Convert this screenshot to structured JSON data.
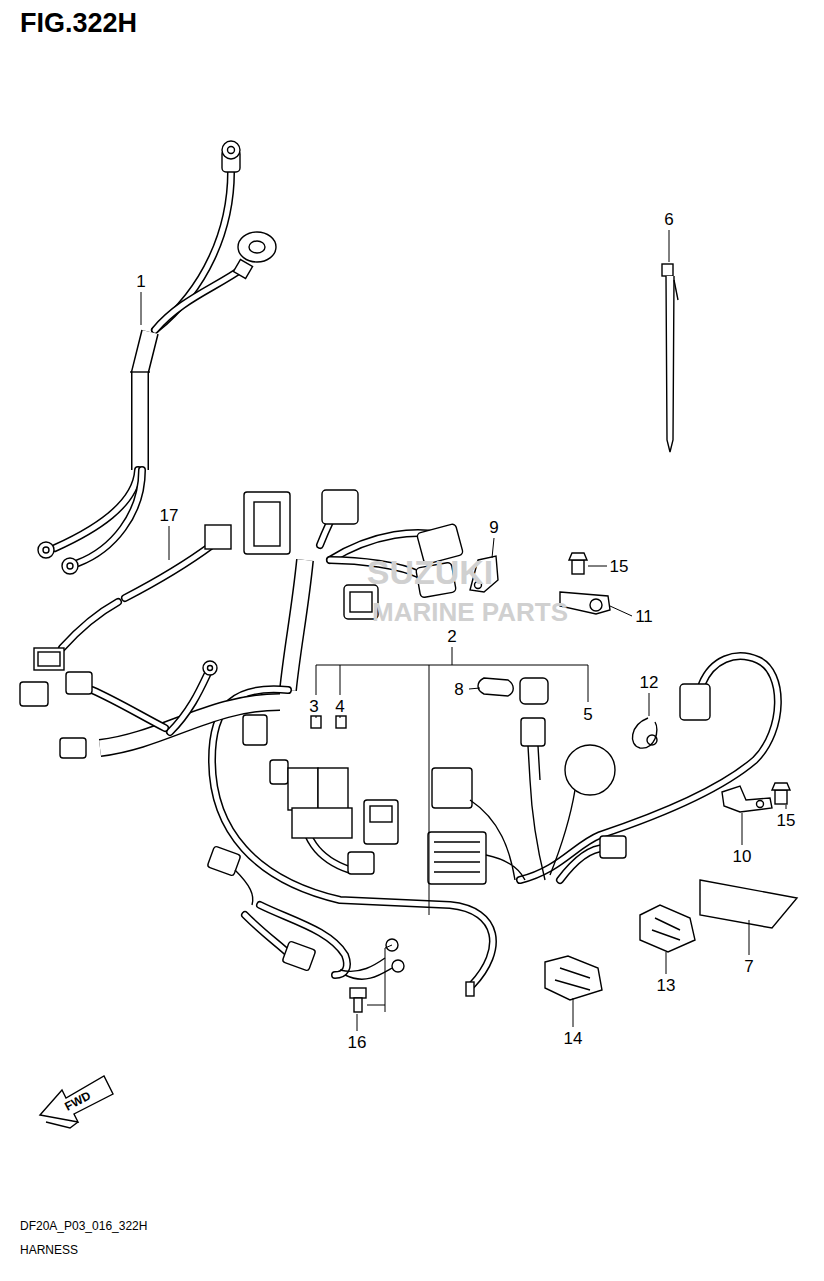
{
  "diagram": {
    "title": "FIG.322H",
    "labels": [
      "1",
      "17",
      "6",
      "9",
      "15",
      "11",
      "2",
      "3",
      "4",
      "8",
      "12",
      "5",
      "15",
      "10",
      "7",
      "13",
      "14",
      "16",
      "SUZUKI",
      "MARINE PARTS",
      "FWD",
      "DF20A_P03_016_322H",
      "HARNESS"
    ]
  }
}
